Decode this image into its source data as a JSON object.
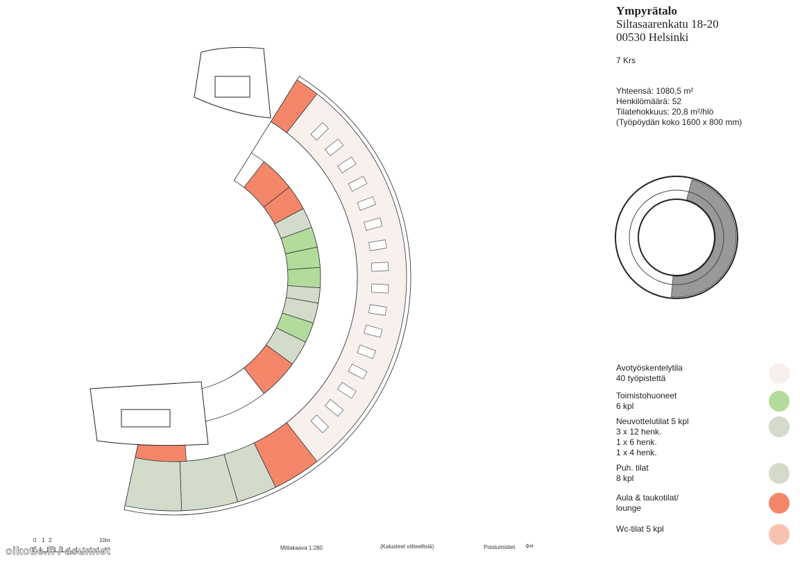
{
  "header": {
    "building": "Ympyrätalo",
    "street": "Siltasaarenkatu 18-20",
    "city": "00530 Helsinki",
    "floor": "7 Krs"
  },
  "stats": {
    "total": "Yhteensä: 1080,5 m²",
    "persons": "Henkilömäärä: 52",
    "efficiency": "Tilatehokkuus: 20,8 m²/hlö",
    "desk": "(Työpöydän koko 1600 x 800 mm)"
  },
  "legend": [
    {
      "lines": [
        "Avotyöskentelytila",
        "40 työpistettä"
      ],
      "color": "#f7f0ed"
    },
    {
      "lines": [
        "Toimistohuoneet",
        "6 kpl"
      ],
      "color": "#b3dc9c"
    },
    {
      "lines": [
        "Neuvottelutilat 5 kpl",
        "3 x 12 henk.",
        "1 x 6 henk.",
        "1 x 4 henk."
      ],
      "color": "#d3dbcb"
    },
    {
      "lines": [
        "Puh. tilat",
        "8 kpl"
      ],
      "color": "#d3dbcb"
    },
    {
      "lines": [
        "Aula & taukotilat/",
        "lounge"
      ],
      "color": "#f4876a"
    },
    {
      "lines": [
        "Wc-tilat 5 kpl"
      ],
      "color": "#f8c2b0"
    }
  ],
  "footer": {
    "scale_ticks": [
      "0",
      "1",
      "2",
      "10m"
    ],
    "scale": "Mittakaava 1:280",
    "furniture_note": "(Kalusteet viitteellisiä)",
    "exits": "Poistumistiet",
    "watermark": "oikotie.fi / asunnot"
  }
}
